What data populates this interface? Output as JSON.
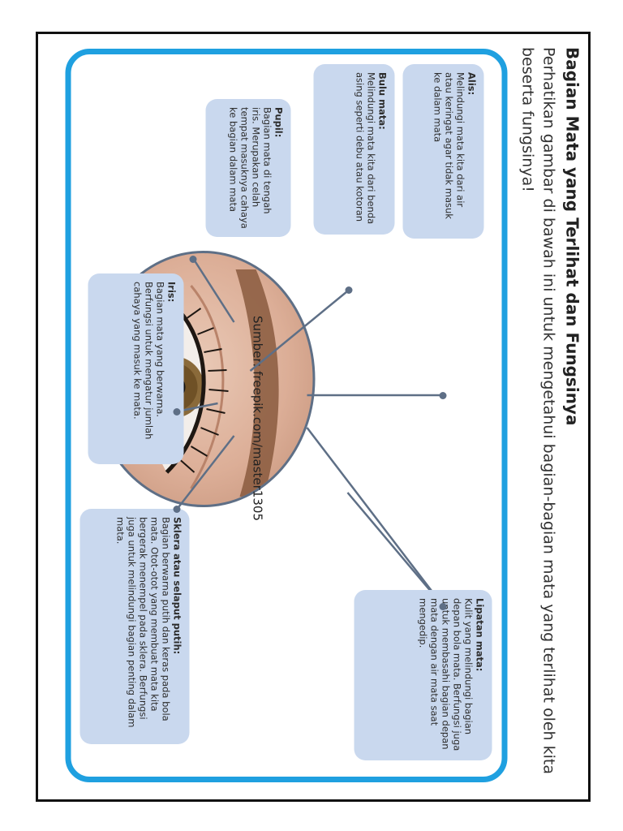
{
  "header": {
    "title": "Bagian Mata yang Terlihat dan Fungsinya",
    "subtitle": "Perhatikan gambar di bawah ini untuk mengetahui bagian-bagian mata yang terlihat oleh kita beserta fungsinya!"
  },
  "image_credit": "Sumber: freepik.com/master1305",
  "labels": {
    "alis": {
      "title": "Alis:",
      "text": "Melindungi mata kita dari air atau keringat agar tidak masuk ke dalam mata"
    },
    "bulu_mata": {
      "title": "Bulu mata:",
      "text": "Melindungi mata kita dari benda asing seperti debu atau kotoran"
    },
    "pupil": {
      "title": "Pupil:",
      "text": "Bagian mata di tengah iris. Merupakan celah tempat masuknya cahaya ke bagian dalam mata"
    },
    "iris": {
      "title": "Iris:",
      "text": "Bagian mata yang berwarna. Berfungsi untuk mengatur jumlah cahaya yang masuk ke mata."
    },
    "sklera": {
      "title": "Sklera atau selaput putih:",
      "text": "Bagian berwarna putih dan keras pada bola mata. Otot-otot yang membuat mata kita bergerak menempel pada sklera. Berfungsi juga untuk melindungi bagian penting dalam mata."
    },
    "lipatan": {
      "title": "Lipatan mata:",
      "text": "Kulit yang melindungi bagian depan bola mata. Berfungsi juga untuk membasahi bagian depan mata dengan air mata saat mengedip."
    }
  },
  "colors": {
    "panel_border": "#1fa0e0",
    "label_fill": "#c9d8ee",
    "connector": "#5e6f86"
  }
}
